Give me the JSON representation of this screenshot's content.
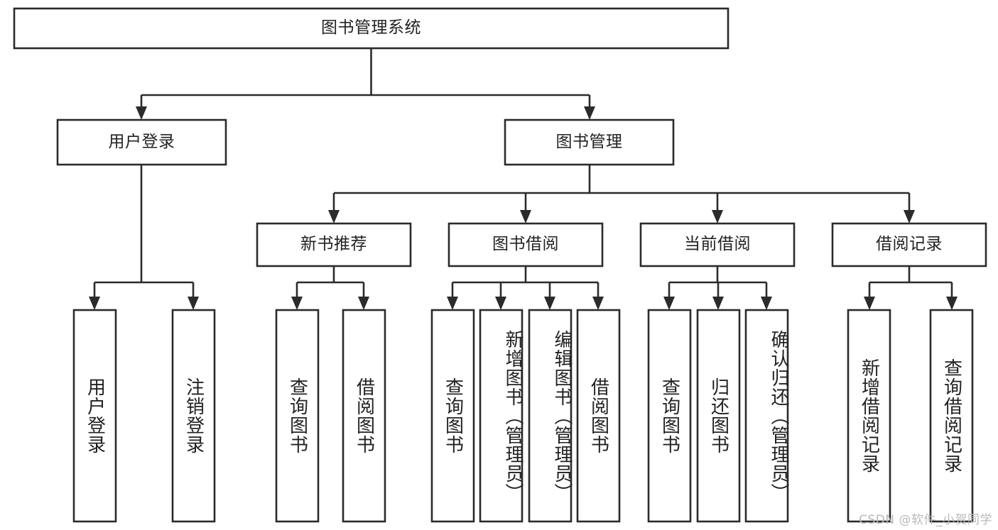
{
  "diagram": {
    "title": "图书管理系统",
    "watermark": "CSDN @软件_小贺同学",
    "stroke_color": "#2b2b2b",
    "fill_color": "#ffffff",
    "text_color": "#222222",
    "watermark_color": "#b9b9b9"
  },
  "nodes": {
    "root": {
      "label": "图书管理系统"
    },
    "tier2": [
      {
        "label": "用户登录"
      },
      {
        "label": "图书管理"
      }
    ],
    "tier3": [
      {
        "label": "新书推荐"
      },
      {
        "label": "图书借阅"
      },
      {
        "label": "当前借阅"
      },
      {
        "label": "借阅记录"
      }
    ],
    "leaves": {
      "user_login": [
        {
          "label": "用户登录"
        },
        {
          "label": "注销登录"
        }
      ],
      "new_book_recommend": [
        {
          "label": "查询图书"
        },
        {
          "label": "借阅图书"
        }
      ],
      "book_borrow": [
        {
          "label": "查询图书"
        },
        {
          "label": "新增图书（管理员）"
        },
        {
          "label": "编辑图书（管理员）"
        },
        {
          "label": "借阅图书"
        }
      ],
      "current_borrow": [
        {
          "label": "查询图书"
        },
        {
          "label": "归还图书"
        },
        {
          "label": "确认归还（管理员）"
        }
      ],
      "borrow_record": [
        {
          "label": "新增借阅记录"
        },
        {
          "label": "查询借阅记录"
        }
      ]
    }
  }
}
